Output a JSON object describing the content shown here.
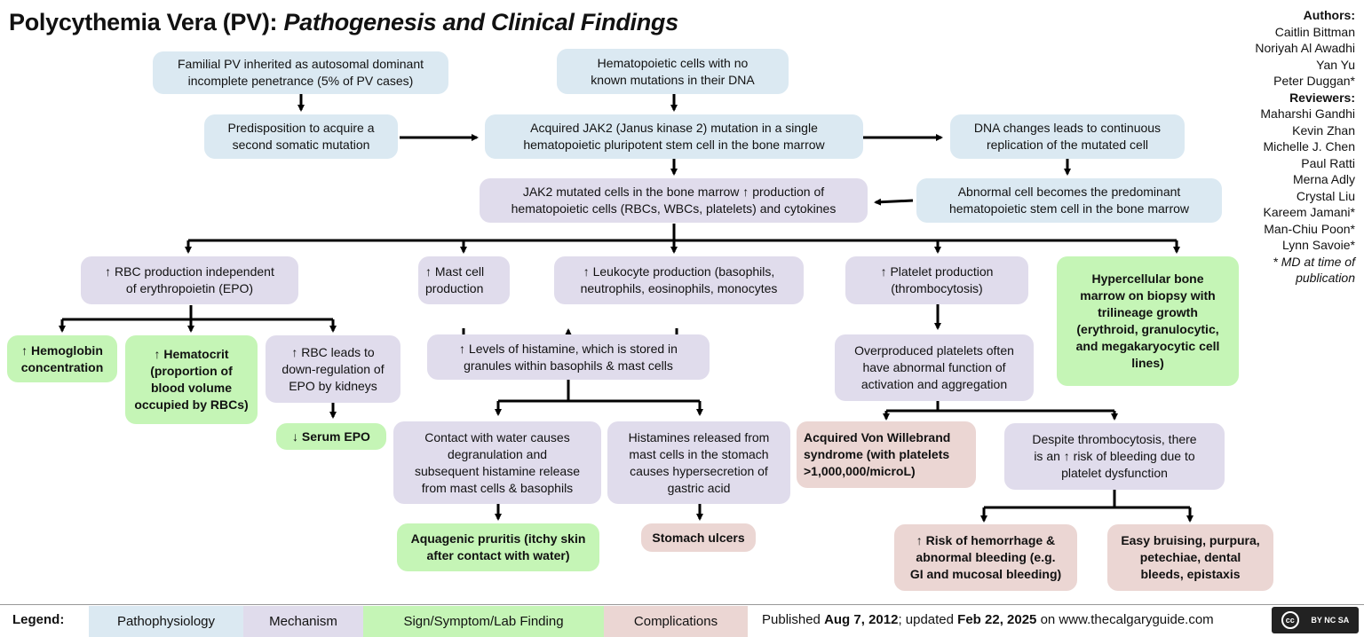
{
  "title": {
    "main": "Polycythemia Vera (PV): ",
    "sub": "Pathogenesis and Clinical Findings"
  },
  "authors": {
    "authors_label": "Authors:",
    "authors": [
      "Caitlin Bittman",
      "Noriyah Al Awadhi",
      "Yan Yu",
      "Peter Duggan*"
    ],
    "reviewers_label": "Reviewers:",
    "reviewers": [
      "Maharshi Gandhi",
      "Kevin Zhan",
      "Michelle J. Chen",
      "Paul Ratti",
      "Merna Adly",
      "Crystal Liu",
      "Kareem Jamani*",
      "Man-Chiu Poon*",
      "Lynn Savoie*"
    ],
    "note": "* MD at time of publication"
  },
  "boxes": {
    "familial": "Familial PV inherited as autosomal dominant\nincomplete penetrance (5% of PV cases)",
    "hematopoietic_no_mut": "Hematopoietic cells with no\nknown mutations in their DNA",
    "predisposition": "Predisposition to acquire a\nsecond somatic mutation",
    "jak2_acquired": "Acquired JAK2 (Janus kinase 2) mutation in a single\nhematopoietic pluripotent stem cell in the bone marrow",
    "dna_changes": "DNA changes leads to continuous\nreplication of the mutated cell",
    "jak2_cells": "JAK2 mutated cells in the bone marrow ↑ production of\nhematopoietic cells (RBCs, WBCs, platelets) and cytokines",
    "abnormal_cell": "Abnormal cell becomes the predominant\nhematopoietic stem cell in the bone marrow",
    "rbc_production": "↑ RBC production independent\nof erythropoietin (EPO)",
    "mast_cell": "↑ Mast cell\nproduction",
    "leukocyte": "↑ Leukocyte production (basophils,\nneutrophils, eosinophils, monocytes",
    "platelet_production": "↑ Platelet production\n(thrombocytosis)",
    "hypercellular": "Hypercellular bone\nmarrow on biopsy with\ntrilineage growth\n(erythroid, granulocytic,\nand megakaryocytic cell\nlines)",
    "hemoglobin": "↑ Hemoglobin\nconcentration",
    "hematocrit": "↑ Hematocrit\n(proportion of\nblood volume\noccupied by RBCs)",
    "rbc_epo": "↑ RBC leads to\ndown-regulation of\nEPO by kidneys",
    "serum_epo": "↓ Serum EPO",
    "histamine": "↑ Levels of histamine, which is stored in\ngranules within basophils & mast cells",
    "platelets_abnormal": "Overproduced platelets often\nhave abnormal function of\nactivation and aggregation",
    "water_contact": "Contact with water causes\ndegranulation and\nsubsequent histamine release\nfrom mast cells & basophils",
    "histamine_stomach": "Histamines released from\nmast cells in the stomach\ncauses hypersecretion of\ngastric acid",
    "von_willebrand": "Acquired Von Willebrand\nsyndrome (with platelets\n>1,000,000/microL)",
    "despite_thrombo": "Despite thrombocytosis, there\nis an ↑ risk of bleeding due to\nplatelet dysfunction",
    "aquagenic": "Aquagenic pruritis (itchy skin\nafter contact with water)",
    "stomach_ulcers": "Stomach ulcers",
    "hemorrhage": "↑ Risk of hemorrhage &\nabnormal bleeding (e.g.\nGI and mucosal bleeding)",
    "bruising": "Easy bruising, purpura,\npetechiae, dental\nbleeds, epistaxis"
  },
  "legend": {
    "label": "Legend:",
    "items": [
      "Pathophysiology",
      "Mechanism",
      "Sign/Symptom/Lab Finding",
      "Complications"
    ]
  },
  "footer": {
    "published_prefix": "Published ",
    "published_date": "Aug 7, 2012",
    "updated_prefix": "; updated ",
    "updated_date": "Feb 22, 2025",
    "site_text": " on www.thecalgaryguide.com",
    "license": "BY NC SA"
  },
  "colors": {
    "pathophysiology": "#dbe9f2",
    "mechanism": "#e0dcec",
    "sign": "#c5f5b6",
    "complication": "#ebd6d3"
  }
}
